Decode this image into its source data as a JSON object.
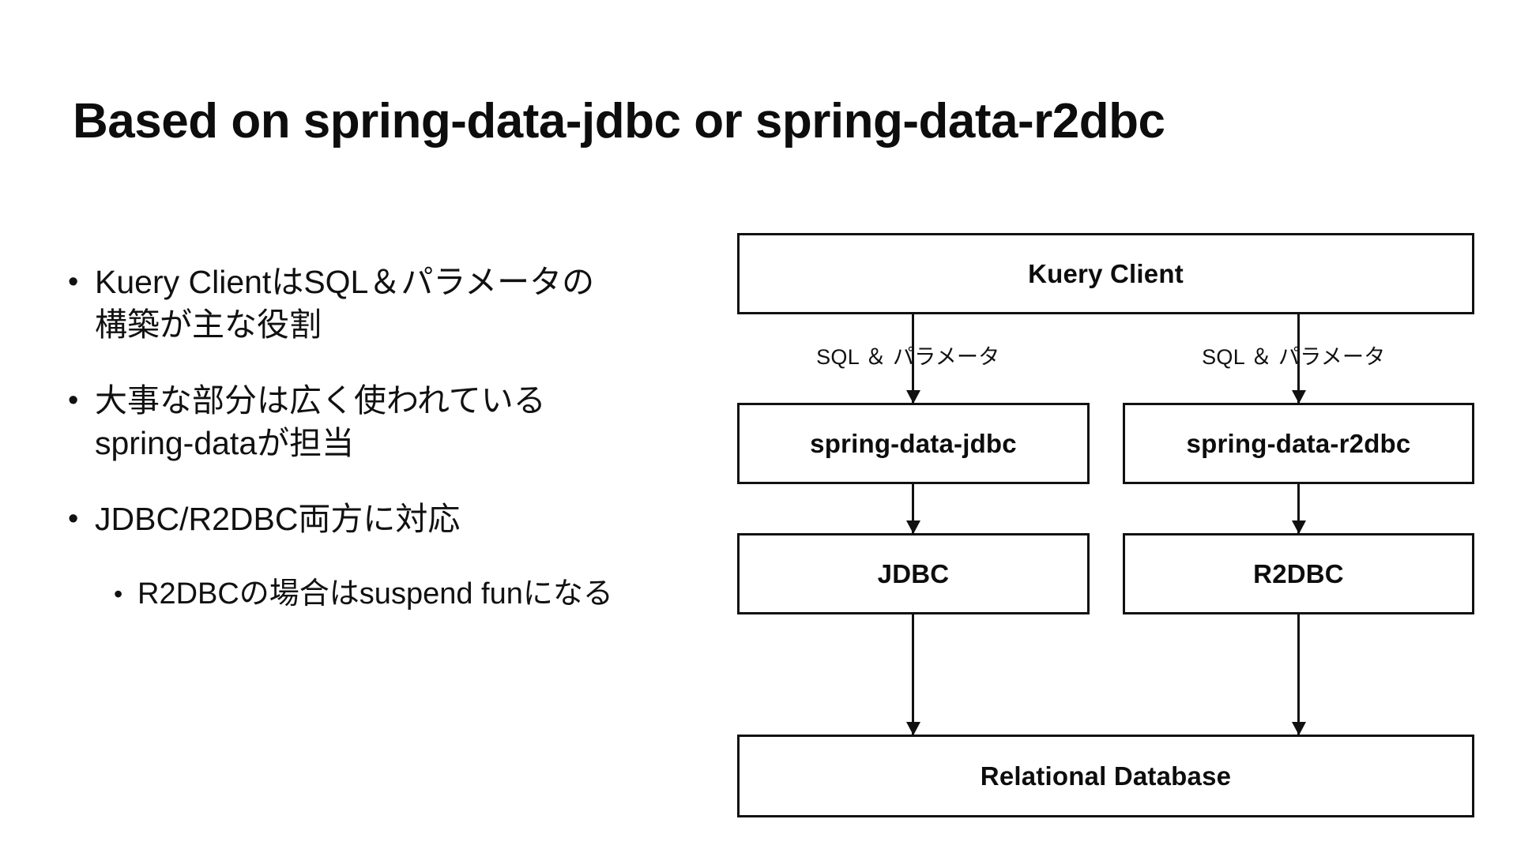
{
  "slide": {
    "title": "Based on spring-data-jdbc or spring-data-r2dbc",
    "background": "#ffffff",
    "text_color": "#111111"
  },
  "bullets": [
    {
      "marker": "•",
      "level": 1,
      "lines": [
        "Kuery ClientはSQL＆パラメータの",
        "構築が主な役割"
      ]
    },
    {
      "marker": "•",
      "level": 1,
      "lines": [
        "大事な部分は広く使われている",
        "spring-dataが担当"
      ]
    },
    {
      "marker": "•",
      "level": 1,
      "lines": [
        "JDBC/R2DBC両方に対応"
      ]
    },
    {
      "marker": "•",
      "level": 2,
      "lines": [
        "R2DBCの場合はsuspend funになる"
      ]
    }
  ],
  "diagram": {
    "boxes": {
      "client": "Kuery Client",
      "jdbc_lib": "spring-data-jdbc",
      "r2dbc_lib": "spring-data-r2dbc",
      "jdbc_driver": "JDBC",
      "r2dbc_driver": "R2DBC",
      "database": "Relational Database"
    },
    "arrow_labels": {
      "left": "SQL ＆ パラメータ",
      "right": "SQL ＆ パラメータ"
    },
    "line_color": "#111111"
  }
}
